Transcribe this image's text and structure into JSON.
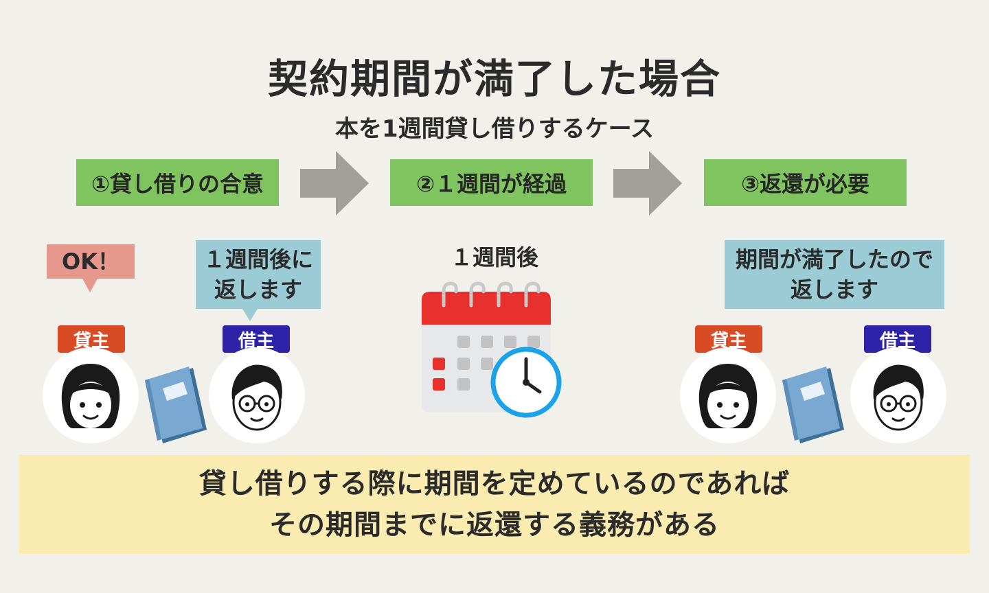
{
  "title": "契約期間が満了した場合",
  "subtitle": "本を1週間貸し借りするケース",
  "steps": [
    {
      "label": "①貸し借りの合意"
    },
    {
      "label": "②１週間が経過"
    },
    {
      "label": "③返還が必要"
    }
  ],
  "left_scene": {
    "lender_speech": "OK！",
    "borrower_speech": [
      "１週間後に",
      "返します"
    ],
    "lender_label": "貸主",
    "borrower_label": "借主"
  },
  "middle_scene": {
    "week_label": "１週間後"
  },
  "right_scene": {
    "borrower_speech": [
      "期間が満了したので",
      "返します"
    ],
    "lender_label": "貸主",
    "borrower_label": "借主"
  },
  "conclusion": [
    "貸し借りする際に期間を定めているのであれば",
    "その期間までに返還する義務がある"
  ],
  "colors": {
    "background": "#f1f0ea",
    "step_green": "#7fc45f",
    "arrow_gray": "#a29e98",
    "speech_pink": "#e7988d",
    "speech_blue": "#9bccd6",
    "lender_red": "#d94b25",
    "borrower_navy": "#2e22a8",
    "conclusion_yellow": "#faecb0"
  },
  "icons": [
    "woman-avatar-icon",
    "man-glasses-avatar-icon",
    "book-icon",
    "calendar-icon",
    "clock-icon",
    "right-arrow-icon"
  ]
}
